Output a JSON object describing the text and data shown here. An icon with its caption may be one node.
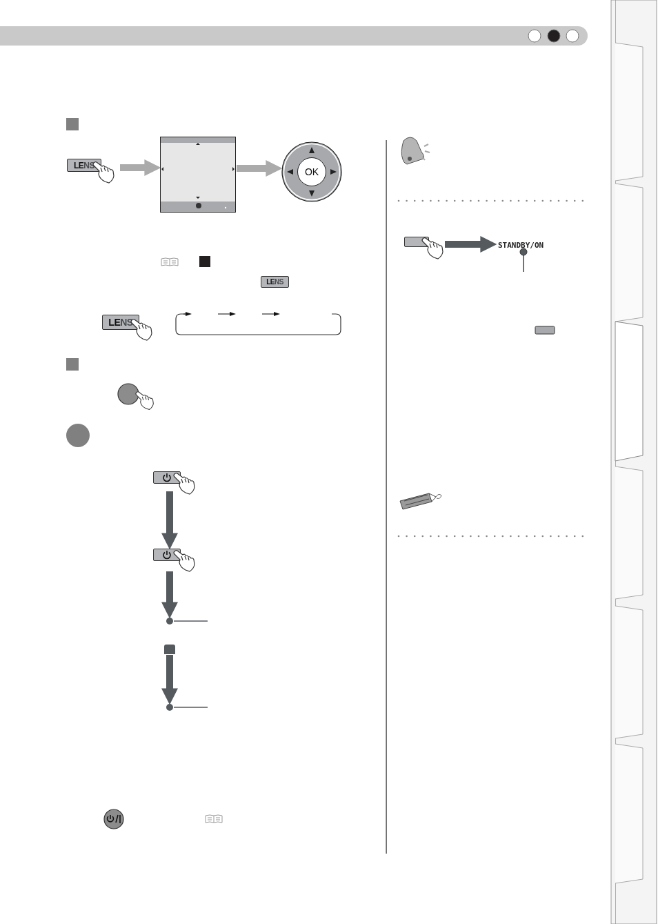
{
  "diagram": {
    "nodes": [
      {
        "text": [
          "**LE**NS"
        ]
      },
      {
        "text": [],
        "shape": "box"
      },
      {
        "text": [
          "OK"
        ]
      },
      {
        "text": [
          "**LE**NS"
        ]
      },
      {
        "text": [
          "**LE**NS"
        ]
      },
      {
        "text": [],
        "shape": "box"
      },
      {
        "text": [],
        "shape": "box"
      },
      {
        "text": [],
        "shape": "circle"
      },
      {
        "text": [],
        "shape": "box"
      },
      {
        "text": [],
        "shape": "circle"
      },
      {
        "text": [],
        "shape": "box"
      },
      {
        "text": [
          "STANDBY/ON"
        ]
      }
    ],
    "edges": [
      {
        "from": 0,
        "to": 1,
        "arrow": "to",
        "color": "#ababab"
      },
      {
        "from": 1,
        "to": 2,
        "arrow": "to",
        "color": "#ababab"
      },
      {
        "from": 5,
        "to": 6,
        "arrow": "to"
      },
      {
        "from": 6,
        "to": 7,
        "arrow": "to"
      },
      {
        "from": 8,
        "to": 9,
        "arrow": "to"
      },
      {
        "from": 10,
        "to": 11,
        "arrow": "to"
      },
      {
        "from": 7,
        "to": null,
        "arrow": "none"
      },
      {
        "from": 9,
        "to": null,
        "arrow": "none"
      }
    ]
  }
}
